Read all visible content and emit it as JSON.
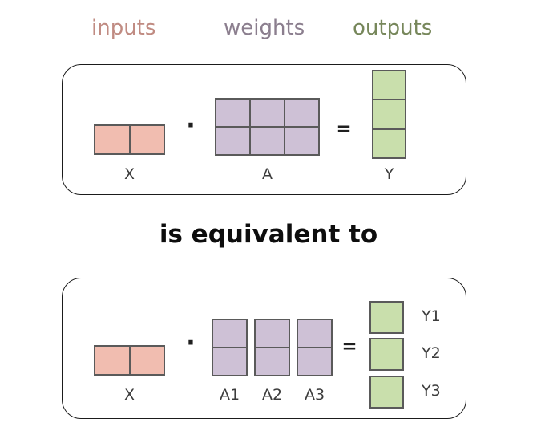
{
  "legend": {
    "items": [
      {
        "label": "inputs",
        "color": "#c08b82"
      },
      {
        "label": "weights",
        "color": "#8b7e8e"
      },
      {
        "label": "outputs",
        "color": "#77875b"
      }
    ]
  },
  "connector": {
    "text": "is equivalent to"
  },
  "palette": {
    "inputs_fill": "#f1bdb0",
    "weights_fill": "#cec1d6",
    "outputs_fill": "#c9dfac",
    "cell_stroke": "#5a5a5a",
    "panel_stroke": "#1b1b1b",
    "caption_color": "#3c3c3c",
    "background": "#ffffff"
  },
  "top_panel": {
    "operators": {
      "dot": "·",
      "equals": "="
    },
    "matrices": [
      {
        "name": "X",
        "caption": "X",
        "rows": 1,
        "cols": 2,
        "fill": "inputs"
      },
      {
        "name": "A",
        "caption": "A",
        "rows": 2,
        "cols": 3,
        "fill": "weights"
      },
      {
        "name": "Y",
        "caption": "Y",
        "rows": 3,
        "cols": 1,
        "fill": "outputs"
      }
    ]
  },
  "bottom_panel": {
    "operators": {
      "dot": "·",
      "equals": "="
    },
    "input": {
      "name": "X",
      "caption": "X",
      "rows": 1,
      "cols": 2,
      "fill": "inputs"
    },
    "weight_shards": [
      {
        "name": "A1",
        "caption": "A1",
        "rows": 2,
        "cols": 1,
        "fill": "weights"
      },
      {
        "name": "A2",
        "caption": "A2",
        "rows": 2,
        "cols": 1,
        "fill": "weights"
      },
      {
        "name": "A3",
        "caption": "A3",
        "rows": 2,
        "cols": 1,
        "fill": "weights"
      }
    ],
    "output_shards": [
      {
        "name": "Y1",
        "label": "Y1",
        "rows": 1,
        "cols": 1,
        "fill": "outputs"
      },
      {
        "name": "Y2",
        "label": "Y2",
        "rows": 1,
        "cols": 1,
        "fill": "outputs"
      },
      {
        "name": "Y3",
        "label": "Y3",
        "rows": 1,
        "cols": 1,
        "fill": "outputs"
      }
    ]
  }
}
